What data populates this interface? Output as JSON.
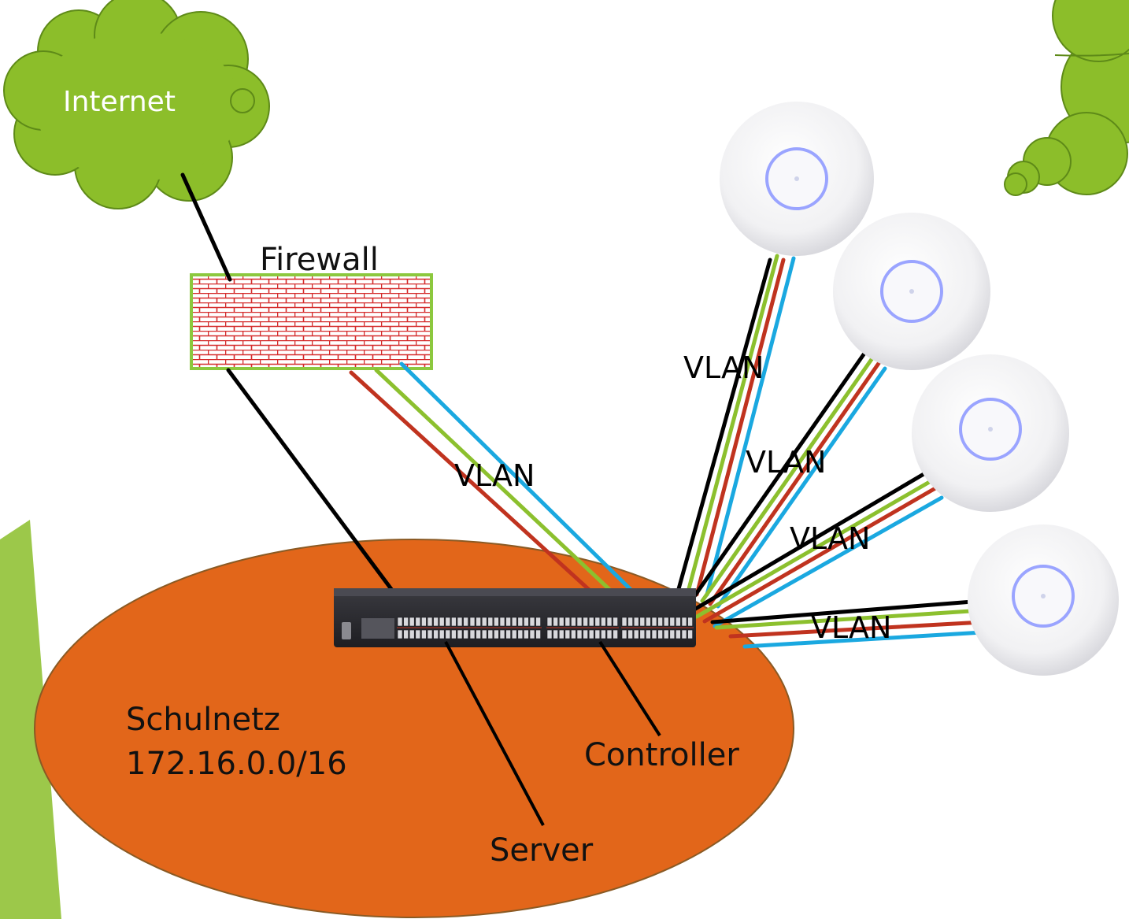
{
  "internet": {
    "label": "Internet"
  },
  "firewall": {
    "label": "Firewall"
  },
  "network": {
    "name": "Schulnetz",
    "subnet": "172.16.0.0/16"
  },
  "devices": {
    "server": "Server",
    "controller": "Controller"
  },
  "vlan_labels": [
    "VLAN",
    "VLAN",
    "VLAN",
    "VLAN",
    "VLAN"
  ],
  "colors": {
    "cloud": "#8cbe2a",
    "cloud_stroke": "#5e8a18",
    "network_fill": "#e2661a",
    "network_stroke": "#8a5a24",
    "firewall_brick": "#d42b2b",
    "firewall_border": "#8cc83e",
    "side_bar": "#9cc84a",
    "cable_black": "#000000",
    "cable_green": "#8cc02e",
    "cable_red": "#c0331f",
    "cable_blue": "#1aa8e0",
    "switch_body": "#2b2b30"
  },
  "icons": [
    "cloud-icon",
    "firewall-icon",
    "switch-icon",
    "access-point-icon"
  ]
}
